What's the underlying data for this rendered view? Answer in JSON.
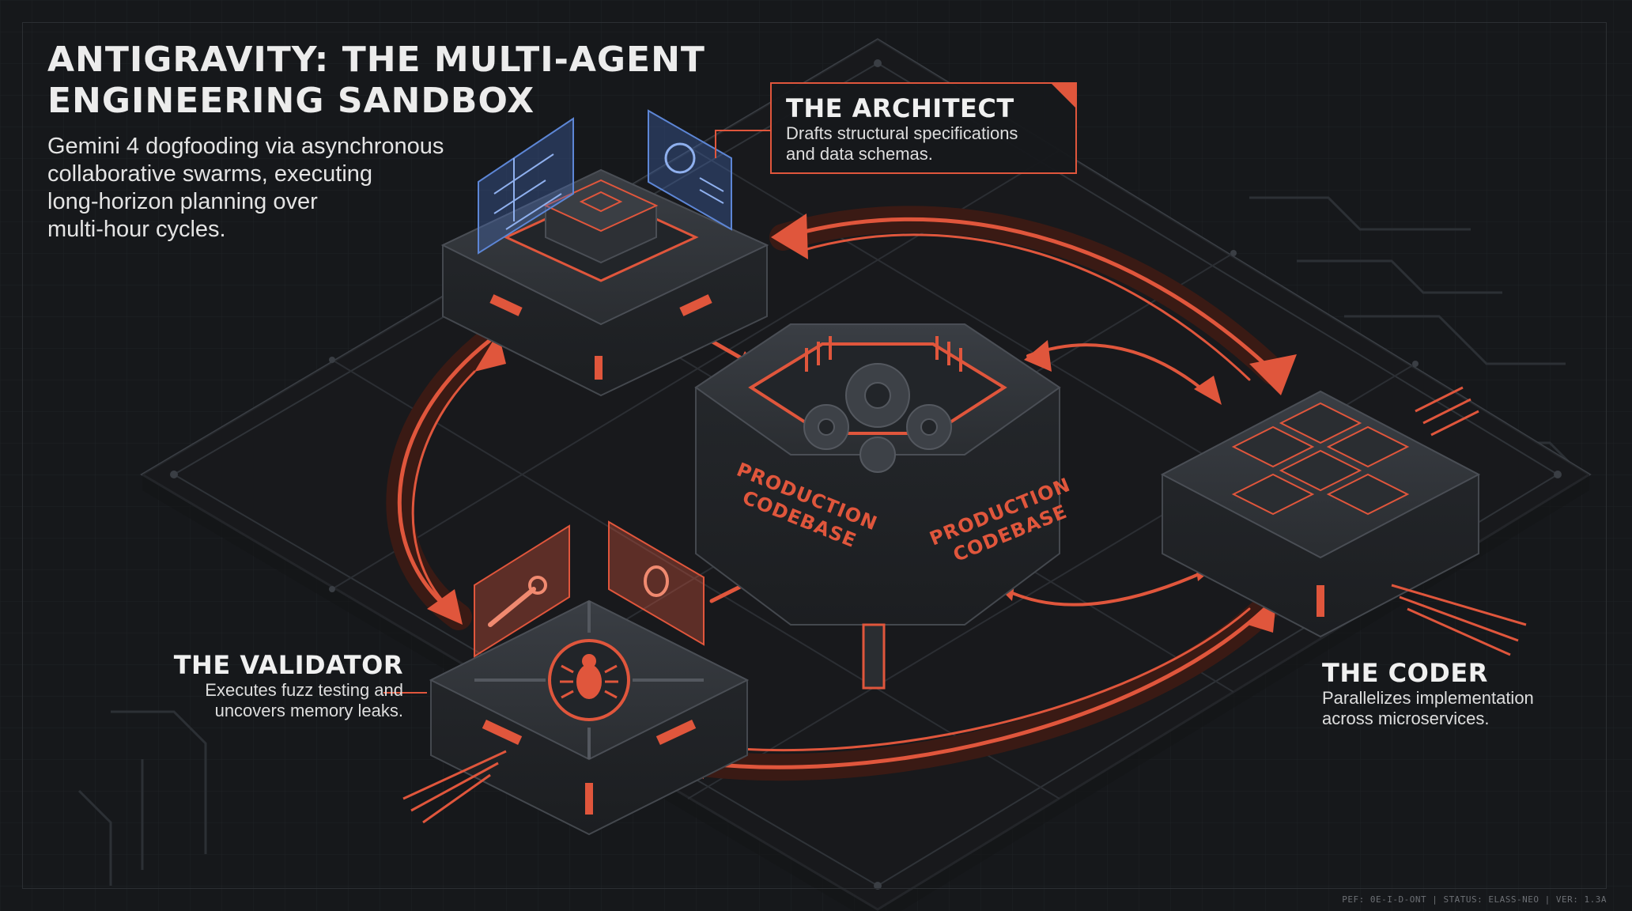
{
  "header": {
    "title_line1": "ANTIGRAVITY: THE MULTI-AGENT",
    "title_line2": "ENGINEERING SANDBOX",
    "subtitle_lines": [
      "Gemini 4 dogfooding via asynchronous",
      "collaborative swarms, executing",
      "long-horizon planning over",
      "multi-hour cycles."
    ]
  },
  "architect": {
    "title": "THE ARCHITECT",
    "desc_line1": "Drafts structural specifications",
    "desc_line2": "and data schemas."
  },
  "validator": {
    "title": "THE VALIDATOR",
    "desc_line1": "Executes fuzz testing and",
    "desc_line2": "uncovers memory leaks."
  },
  "coder": {
    "title": "THE CODER",
    "desc_line1": "Parallelizes implementation",
    "desc_line2": "across microservices."
  },
  "core": {
    "label_left_1": "PRODUCTION",
    "label_left_2": "CODEBASE",
    "label_right_1": "PRODUCTION",
    "label_right_2": "CODEBASE"
  },
  "footer": "PEF: 0E-I-D-ONT | STATUS: ELASS-NEO | VER: 1.3A",
  "colors": {
    "accent": "#e0563c",
    "accent_glow": "#ff6a4a",
    "blueprint": "#5d86d6",
    "background": "#16181b",
    "module_dark": "#26292d",
    "module_mid": "#33373c"
  }
}
